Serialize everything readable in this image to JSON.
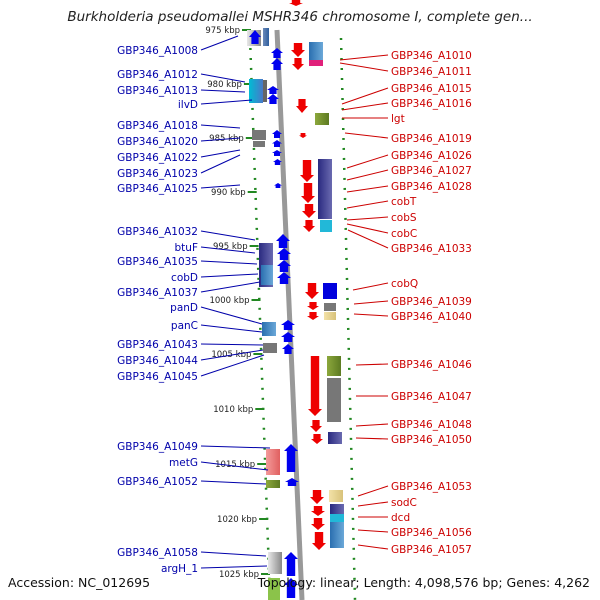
{
  "title": "Burkholderia pseudomallei MSHR346 chromosome I, complete gen...",
  "footer": {
    "accession": "Accession: NC_012695",
    "summary": "Topology: linear; Length: 4,098,576 bp; Genes: 4,262"
  },
  "ruler": {
    "ticks": [
      "975 kbp",
      "980 kbp",
      "985 kbp",
      "990 kbp",
      "995 kbp",
      "1000 kbp",
      "1005 kbp",
      "1010 kbp",
      "1015 kbp",
      "1020 kbp",
      "1025 kbp"
    ]
  },
  "left_labels": [
    "GBP346_A1008",
    "GBP346_A1012",
    "GBP346_A1013",
    "ilvD",
    "GBP346_A1018",
    "GBP346_A1020",
    "GBP346_A1022",
    "GBP346_A1023",
    "GBP346_A1025",
    "GBP346_A1032",
    "btuF",
    "GBP346_A1035",
    "cobD",
    "GBP346_A1037",
    "panD",
    "panC",
    "GBP346_A1043",
    "GBP346_A1044",
    "GBP346_A1045",
    "GBP346_A1049",
    "metG",
    "GBP346_A1052",
    "GBP346_A1058",
    "argH_1"
  ],
  "right_labels": [
    "GBP346_A1010",
    "GBP346_A1011",
    "GBP346_A1015",
    "GBP346_A1016",
    "lgt",
    "GBP346_A1019",
    "GBP346_A1026",
    "GBP346_A1027",
    "GBP346_A1028",
    "cobT",
    "cobS",
    "cobC",
    "GBP346_A1033",
    "cobQ",
    "GBP346_A1039",
    "GBP346_A1040",
    "GBP346_A1046",
    "GBP346_A1047",
    "GBP346_A1048",
    "GBP346_A1050",
    "GBP346_A1053",
    "sodC",
    "dcd",
    "GBP346_A1056",
    "GBP346_A1057"
  ],
  "colors": {
    "forward_strand": "#0000ee",
    "reverse_strand": "#ee0000",
    "left_label": "#0000aa",
    "right_label": "#cc0000",
    "axis": "#999999",
    "dots": "#228822"
  }
}
